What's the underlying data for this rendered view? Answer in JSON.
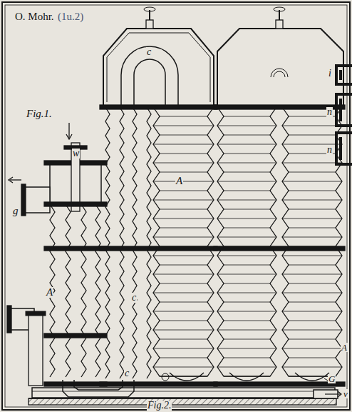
{
  "diagram": {
    "labels": [
      "O. Mohr.",
      "(1u.2)",
      "Fig.1.",
      "w",
      "g",
      "c",
      "A",
      "A",
      "c",
      "c",
      "A",
      "G",
      "v",
      "Fig.2.",
      "i",
      "n",
      "n"
    ]
  }
}
